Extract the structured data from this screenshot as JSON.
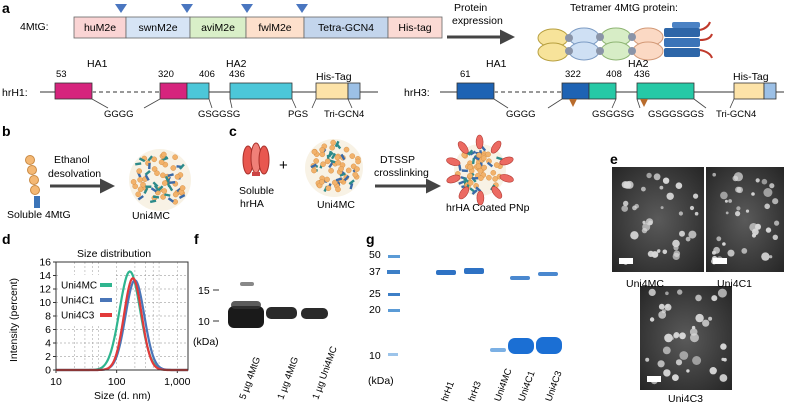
{
  "panel_labels": {
    "a": "a",
    "b": "b",
    "c": "c",
    "d": "d",
    "e": "e",
    "f": "f",
    "g": "g"
  },
  "panel_a": {
    "construct_label": "4MtG:",
    "modules": [
      {
        "name": "huM2e",
        "color": "#fad4d4"
      },
      {
        "name": "swnM2e",
        "color": "#d6e4f5"
      },
      {
        "name": "aviM2e",
        "color": "#d9efc8"
      },
      {
        "name": "fwlM2e",
        "color": "#fde0cc"
      },
      {
        "name": "Tetra-GCN4",
        "color": "#c3d5ec"
      },
      {
        "name": "His-tag",
        "color": "#fbdad4"
      }
    ],
    "arrow_label": [
      "Protein",
      "expression"
    ],
    "tetramer_label": "Tetramer 4MtG protein:",
    "hrH1": {
      "label": "hrH1:",
      "ha1": "HA1",
      "ha2": "HA2",
      "his": "His-Tag",
      "numbers": [
        "53",
        "320",
        "406",
        "436"
      ],
      "linkers": [
        "GGGG",
        "GSGGSG",
        "PGS",
        "Tri-GCN4"
      ]
    },
    "hrH3": {
      "label": "hrH3:",
      "ha1": "HA1",
      "ha2": "HA2",
      "his": "His-Tag",
      "numbers": [
        "61",
        "322",
        "408",
        "436"
      ],
      "linkers": [
        "GGGG",
        "GSGGSG",
        "GSGGSGGS",
        "Tri-GCN4"
      ]
    }
  },
  "panel_b": {
    "left": "Soluble 4MtG",
    "arrow": [
      "Ethanol",
      "desolvation"
    ],
    "right": "Uni4MC"
  },
  "panel_c": {
    "left": [
      "Soluble",
      "hrHA"
    ],
    "plus": "+",
    "middle": "Uni4MC",
    "arrow": [
      "DTSSP",
      "crosslinking"
    ],
    "right": "hrHA Coated PNp"
  },
  "chart_data": [
    {
      "type": "line",
      "title": "Size distribution",
      "xlabel": "Size (d. nm)",
      "ylabel": "Intensity (percent)",
      "xscale": "log",
      "xlim": [
        10,
        1500
      ],
      "ylim": [
        0,
        16
      ],
      "xticks": [
        "10",
        "100",
        "1,000"
      ],
      "xtick_values": [
        10,
        100,
        1000
      ],
      "yticks": [
        0,
        2,
        4,
        6,
        8,
        10,
        12,
        14,
        16
      ],
      "grid": "dashed",
      "legend_position": "top-left",
      "series": [
        {
          "name": "Uni4MC",
          "color": "#2fb58f",
          "peak": 165,
          "height": 14.6,
          "width": 0.17
        },
        {
          "name": "Uni4C1",
          "color": "#4a76b8",
          "peak": 200,
          "height": 13.3,
          "width": 0.155
        },
        {
          "name": "Uni4C3",
          "color": "#e23a3a",
          "peak": 185,
          "height": 13.6,
          "width": 0.145
        }
      ]
    }
  ],
  "panel_e": {
    "images": [
      "Uni4MC",
      "Uni4C1",
      "Uni4C3"
    ]
  },
  "panel_f": {
    "ticks": [
      "15",
      "10"
    ],
    "unit": "(kDa)",
    "lanes": [
      "5 µg 4MtG",
      "1 µg 4MtG",
      "1 µg Uni4MC"
    ]
  },
  "panel_g": {
    "ticks": [
      "50",
      "37",
      "25",
      "20",
      "10"
    ],
    "unit": "(kDa)",
    "lanes": [
      "hrH1",
      "hrH3",
      "Uni4MC",
      "Uni4C1",
      "Uni4C3"
    ]
  }
}
